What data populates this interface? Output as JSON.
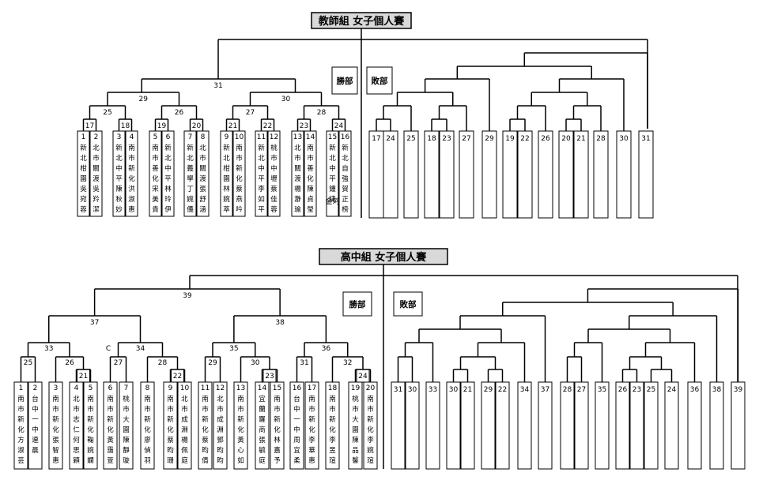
{
  "brackets": [
    {
      "id": "teacher",
      "title": "教師組 女子個人賽",
      "winners_label": "勝部",
      "losers_label": "敗部",
      "winners_round1": [
        "17",
        "18",
        "19",
        "20",
        "21",
        "22",
        "23",
        "24"
      ],
      "winners_round2": [
        "25",
        "26",
        "27",
        "28"
      ],
      "winners_round3": [
        "29",
        "30"
      ],
      "winners_final": "31",
      "players": [
        {
          "seed": "1",
          "text": "新北柑園吳宛蓉"
        },
        {
          "seed": "2",
          "text": "北市關渡吳羚潔"
        },
        {
          "seed": "3",
          "text": "新北中平陳秋妙"
        },
        {
          "seed": "4",
          "text": "南市新化洪淑惠"
        },
        {
          "seed": "5",
          "text": "南市善化宋美貴"
        },
        {
          "seed": "6",
          "text": "新北中平林玲伊"
        },
        {
          "seed": "7",
          "text": "新北義學丁婉儀"
        },
        {
          "seed": "8",
          "text": "北市關渡張舒涵"
        },
        {
          "seed": "9",
          "text": "新北柑園林婉萃"
        },
        {
          "seed": "10",
          "text": "南市新化蔡燕吟"
        },
        {
          "seed": "11",
          "text": "新北中平李如平"
        },
        {
          "seed": "12",
          "text": "桃市中壢蔡佳蓉"
        },
        {
          "seed": "13",
          "text": "北市關渡楊瀞瑜"
        },
        {
          "seed": "14",
          "text": "南市善化陳貞瑩"
        },
        {
          "seed": "15",
          "text": "新北中平鍾婕"
        },
        {
          "seed": "16",
          "text": "新北自強賀正榜"
        }
      ],
      "player15_note": "金珂",
      "losers_boxes": [
        "17",
        "24",
        "25",
        "18",
        "23",
        "27",
        "29",
        "19",
        "22",
        "26",
        "20",
        "21",
        "28",
        "30",
        "31"
      ]
    },
    {
      "id": "highschool",
      "title": "高中組 女子個人賽",
      "winners_label": "勝部",
      "losers_label": "敗部",
      "winners_round0": [
        "21",
        "22",
        "23",
        "24"
      ],
      "winners_round1": [
        "25",
        "26",
        "27",
        "28",
        "29",
        "30",
        "31",
        "32"
      ],
      "winners_round2": [
        "33",
        "34",
        "35",
        "36"
      ],
      "winners_round3": [
        "37",
        "38"
      ],
      "winners_final": "39",
      "c_marker": "C",
      "players": [
        {
          "seed": "1",
          "text": "南市新化方淑芸"
        },
        {
          "seed": "2",
          "text": "台中一中連晨"
        },
        {
          "seed": "3",
          "text": "南市新化張智惠"
        },
        {
          "seed": "4",
          "text": "北市志仁何思穎"
        },
        {
          "seed": "5",
          "text": "南市新化鞠婉嫻"
        },
        {
          "seed": "6",
          "text": "南市新化黃靄萱"
        },
        {
          "seed": "7",
          "text": "桃市大園陳靜璇"
        },
        {
          "seed": "8",
          "text": "南市新化廖偵羽"
        },
        {
          "seed": "9",
          "text": "南市新化蔡昀珊"
        },
        {
          "seed": "10",
          "text": "北市成淵楊佩庭"
        },
        {
          "seed": "11",
          "text": "南市新化蔡昀倩"
        },
        {
          "seed": "12",
          "text": "北市成淵鄧昀昀"
        },
        {
          "seed": "13",
          "text": "南市新化黃心如"
        },
        {
          "seed": "14",
          "text": "宜蘭羅商張毓庭"
        },
        {
          "seed": "15",
          "text": "南市新化林嘉予"
        },
        {
          "seed": "16",
          "text": "台中一中周宜柔"
        },
        {
          "seed": "17",
          "text": "南市新化李華惠"
        },
        {
          "seed": "18",
          "text": "南市新化李昱瑄"
        },
        {
          "seed": "19",
          "text": "桃市大園陳品馨"
        },
        {
          "seed": "20",
          "text": "南市新化李婉瑄"
        }
      ],
      "losers_boxes": [
        "31",
        "30",
        "33",
        "30",
        "21",
        "29",
        "22",
        "34",
        "37",
        "28",
        "27",
        "35",
        "26",
        "23",
        "25",
        "24",
        "36",
        "38",
        "39"
      ]
    }
  ]
}
